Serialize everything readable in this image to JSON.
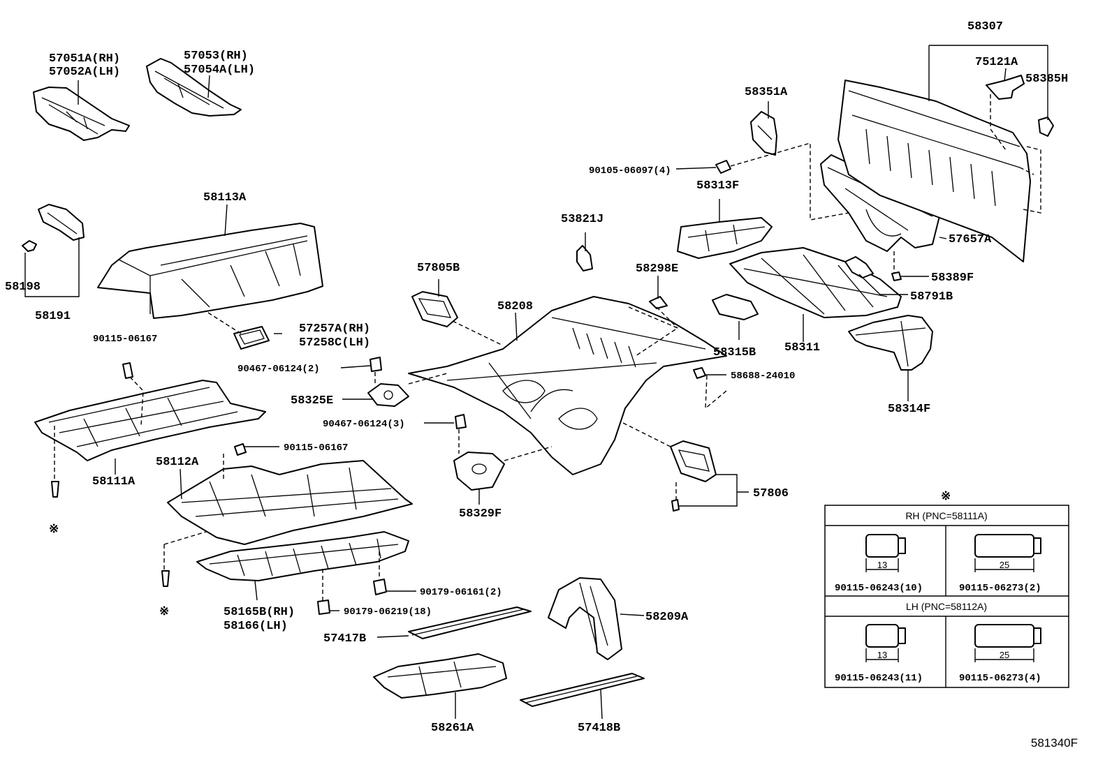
{
  "labels": {
    "p57051": "57051A(RH)",
    "p57052": "57052A(LH)",
    "p57053": "57053(RH)",
    "p57054": "57054A(LH)",
    "p58307": "58307",
    "p75121": "75121A",
    "p58385": "58385H",
    "p58351": "58351A",
    "p90105": "90105-06097(4)",
    "p58313": "58313F",
    "p57657": "57657A",
    "p58389": "58389F",
    "p58791": "58791B",
    "p58113": "58113A",
    "p58198": "58198",
    "p58191": "58191",
    "p53821": "53821J",
    "p57805": "57805B",
    "p58298": "58298E",
    "p58208": "58208",
    "p58315": "58315B",
    "p58311": "58311",
    "p57257": "57257A(RH)",
    "p57258": "57258C(LH)",
    "p90115a": "90115-06167",
    "p90467a": "90467-06124(2)",
    "p58688": "58688-24010",
    "p58325": "58325E",
    "p58314": "58314F",
    "p90467b": "90467-06124(3)",
    "p58111": "58111A",
    "p90115b": "90115-06167",
    "p58112": "58112A",
    "p57806": "57806",
    "p58329": "58329F",
    "p90179a": "90179-06161(2)",
    "p90179b": "90179-06219(18)",
    "p58165": "58165B(RH)",
    "p58166": "58166(LH)",
    "p58209": "58209A",
    "p57417": "57417B",
    "p58261": "58261A",
    "p57418": "57418B"
  },
  "marks": {
    "ref_symbol": "※"
  },
  "table": {
    "symbol": "※",
    "rh_header": "RH (PNC=58111A)",
    "lh_header": "LH (PNC=58112A)",
    "rh_cells": [
      {
        "dim": "13",
        "part": "90115-06243(10)"
      },
      {
        "dim": "25",
        "part": "90115-06273(2)"
      }
    ],
    "lh_cells": [
      {
        "dim": "13",
        "part": "90115-06243(11)"
      },
      {
        "dim": "25",
        "part": "90115-06273(4)"
      }
    ]
  },
  "figure_code": "581340F"
}
